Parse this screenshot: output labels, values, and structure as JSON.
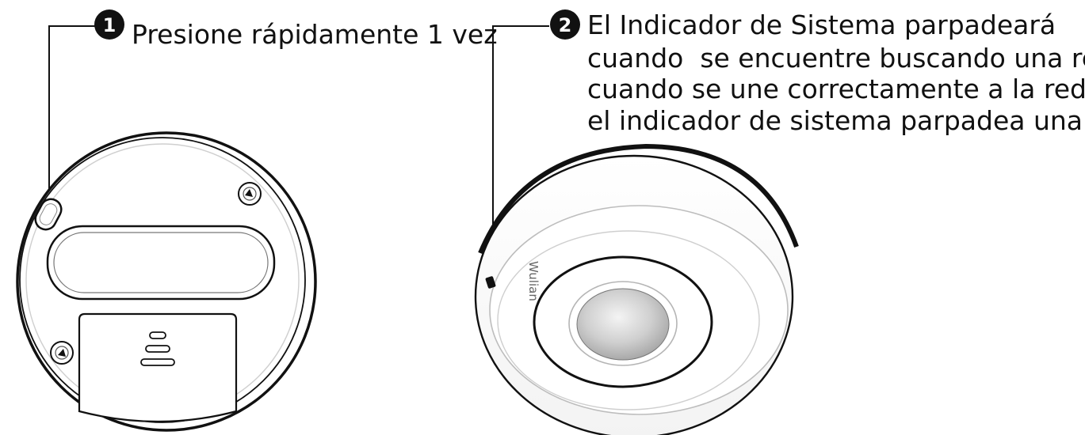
{
  "steps": [
    {
      "number": "1",
      "lines": [
        "Presione rápidamente 1 vez"
      ]
    },
    {
      "number": "2",
      "lines": [
        "El Indicador de Sistema parpadeará",
        "cuando  se encuentre buscando una red",
        "cuando se une correctamente a la red",
        "el indicador de sistema parpadea una vez"
      ]
    }
  ],
  "device": {
    "brand": "Wulian"
  },
  "icons": {
    "step_badge": "circled-number-icon",
    "button": "reset-button-icon",
    "screw": "screw-icon",
    "indicator": "system-indicator-led-icon",
    "lens": "pir-sensor-lens-icon"
  },
  "colors": {
    "ink": "#111111",
    "badge": "#111111",
    "lens": "#d9d9d9",
    "background": "#ffffff"
  }
}
